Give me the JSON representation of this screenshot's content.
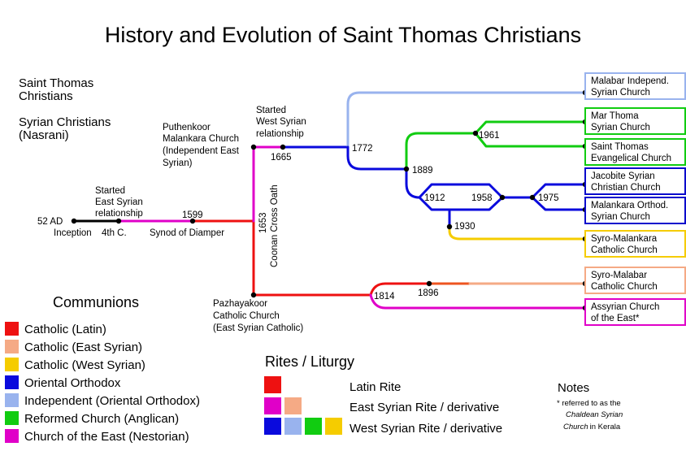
{
  "title": "History and Evolution of Saint Thomas Christians",
  "side_text": {
    "line1": "Saint Thomas",
    "line2": "Christians",
    "line3": "Syrian Christians",
    "line4": "(Nasrani)"
  },
  "timeline": {
    "inception_year": "52 AD",
    "inception_label": "Inception",
    "fourth_c": "4th C.",
    "east_syrian_l1": "Started",
    "east_syrian_l2": "East Syrian",
    "east_syrian_l3": "relationship",
    "year_1599": "1599",
    "synod": "Synod of Diamper",
    "puthen_l1": "Puthenkoor",
    "puthen_l2": "Malankara Church",
    "puthen_l3": "(Independent East",
    "puthen_l4": "Syrian)",
    "west_l1": "Started",
    "west_l2": "West Syrian",
    "west_l3": "relationship",
    "year_1665": "1665",
    "year_1653": "1653",
    "coonan": "Coonan Cross Oath",
    "year_1772": "1772",
    "year_1961": "1961",
    "year_1889": "1889",
    "year_1912": "1912",
    "year_1958": "1958",
    "year_1975": "1975",
    "year_1930": "1930",
    "pazha_l1": "Pazhayakoor",
    "pazha_l2": "Catholic Church",
    "pazha_l3": "(East Syrian Catholic)",
    "year_1814": "1814",
    "year_1896": "1896"
  },
  "churches": [
    {
      "l1": "Malabar Independ.",
      "l2": "Syrian Church",
      "color": "#99b3ee"
    },
    {
      "l1": "Mar Thoma",
      "l2": "Syrian Church",
      "color": "#11cc11"
    },
    {
      "l1": "Saint Thomas",
      "l2": "Evangelical Church",
      "color": "#11cc11"
    },
    {
      "l1": "Jacobite Syrian",
      "l2": "Christian Church",
      "color": "#0a0acc"
    },
    {
      "l1": "Malankara Orthod.",
      "l2": "Syrian Church",
      "color": "#0a0acc"
    },
    {
      "l1": "Syro-Malankara",
      "l2": "Catholic Church",
      "color": "#f5cc00"
    },
    {
      "l1": "Syro-Malabar",
      "l2": "Catholic Church",
      "color": "#f5aa85"
    },
    {
      "l1": "Assyrian Church",
      "l2": "of the East*",
      "color": "#e000c8"
    }
  ],
  "communions": {
    "heading": "Communions",
    "items": [
      {
        "label": "Catholic (Latin)",
        "color": "#ee1111"
      },
      {
        "label": "Catholic (East Syrian)",
        "color": "#f5aa85"
      },
      {
        "label": "Catholic (West Syrian)",
        "color": "#f5cc00"
      },
      {
        "label": "Oriental Orthodox",
        "color": "#0a0add"
      },
      {
        "label": "Independent (Oriental Orthodox)",
        "color": "#99b3ee"
      },
      {
        "label": "Reformed Church (Anglican)",
        "color": "#11cc11"
      },
      {
        "label": "Church of the East (Nestorian)",
        "color": "#e000c8"
      }
    ]
  },
  "rites": {
    "heading": "Rites / Liturgy",
    "latin": "Latin Rite",
    "east": "East Syrian Rite / derivative",
    "west": "West Syrian Rite / derivative"
  },
  "notes": {
    "heading": "Notes",
    "line1": "* referred to as the",
    "line2": "Chaldean Syrian",
    "line3a": "Church",
    "line3b": "in Kerala"
  }
}
